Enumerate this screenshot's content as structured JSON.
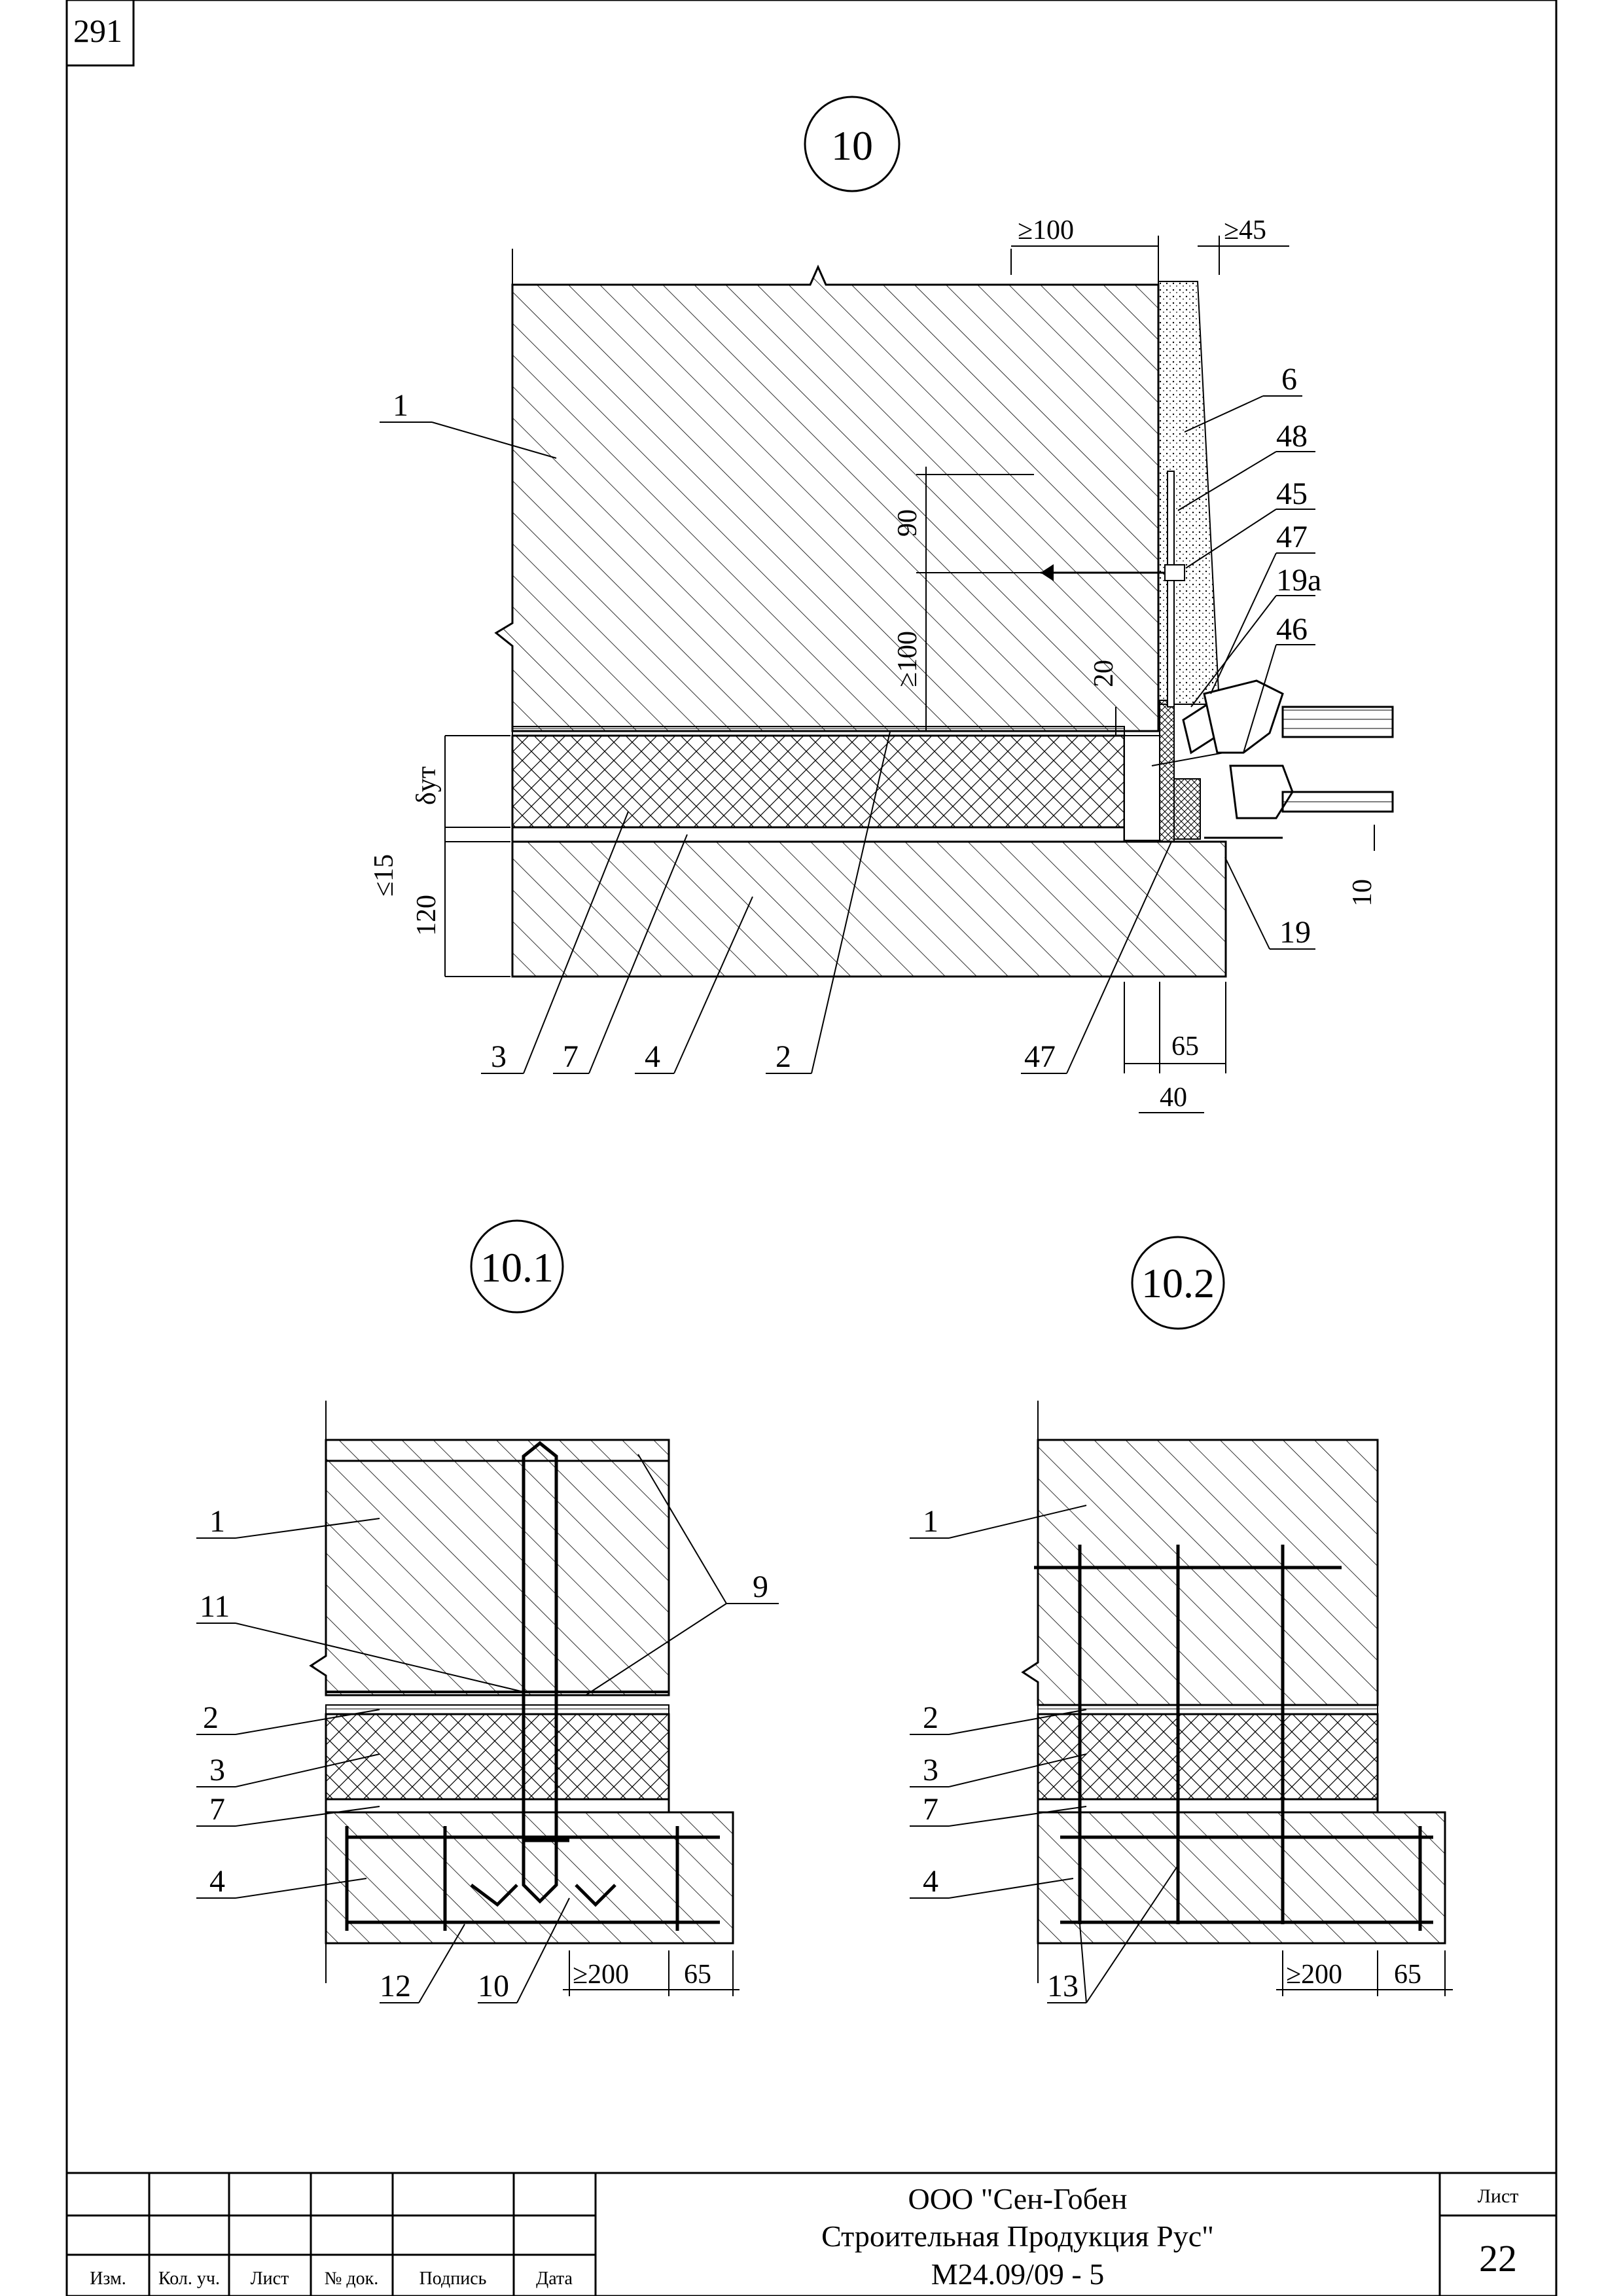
{
  "page_number": "291",
  "details": {
    "main": {
      "title": "10",
      "callouts": [
        "1",
        "6",
        "48",
        "45",
        "47",
        "19а",
        "46",
        "19",
        "3",
        "7",
        "4",
        "2",
        "47"
      ],
      "dims": {
        "d100_top": "≥100",
        "d45_top": "≥45",
        "d90": "90",
        "d100_vert": "≥100",
        "d20": "20",
        "dyt": "δут",
        "d15": "≤15",
        "d120": "120",
        "d10": "10",
        "d65": "65",
        "d40": "40"
      }
    },
    "left": {
      "title": "10.1",
      "callouts": [
        "1",
        "11",
        "2",
        "3",
        "7",
        "4",
        "9",
        "12",
        "10"
      ],
      "dims": {
        "d200": "≥200",
        "d65": "65"
      }
    },
    "right": {
      "title": "10.2",
      "callouts": [
        "1",
        "2",
        "3",
        "7",
        "4",
        "13"
      ],
      "dims": {
        "d200": "≥200",
        "d65": "65"
      }
    }
  },
  "title_block": {
    "headers": [
      "Изм.",
      "Кол. уч.",
      "Лист",
      "№ док.",
      "Подпись",
      "Дата"
    ],
    "company_line1": "ООО \"Сен-Гобен",
    "company_line2": "Строительная Продукция Рус\"",
    "doc_code": "М24.09/09 - 5",
    "sheet_label": "Лист",
    "sheet_number": "22"
  }
}
